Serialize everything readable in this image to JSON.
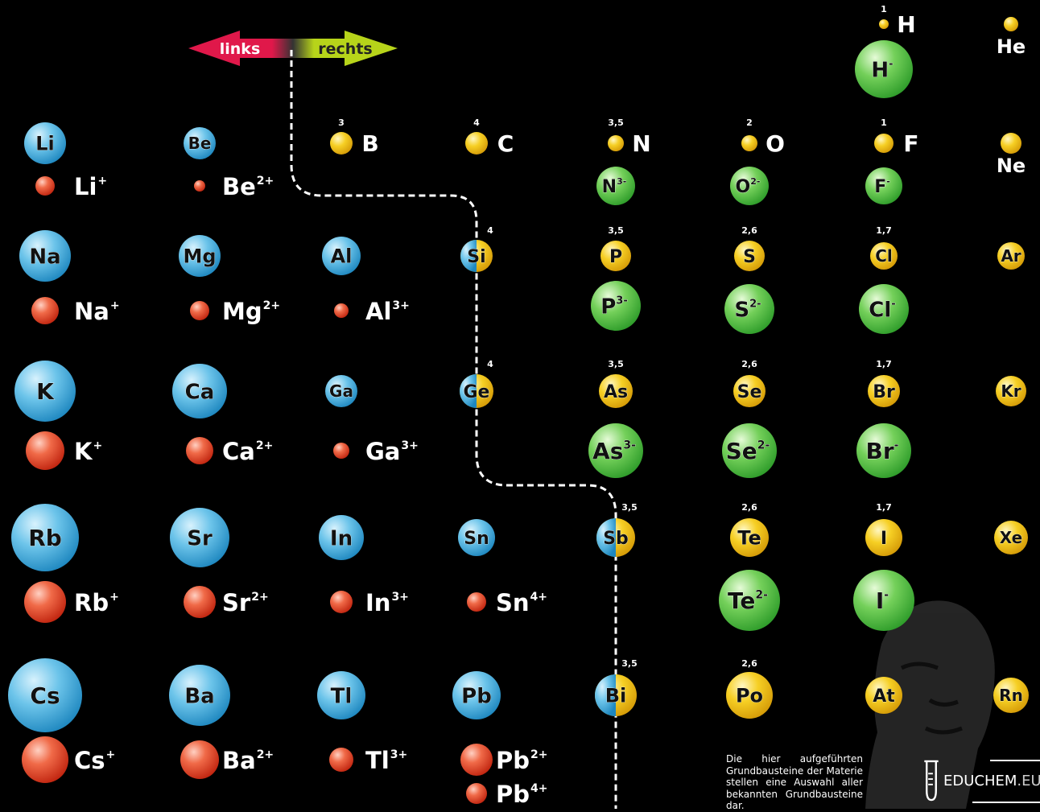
{
  "arrow": {
    "left_label": "links",
    "right_label": "rechts"
  },
  "colors": {
    "atom_metal": "#4fb5e0",
    "cation": "#e8442a",
    "atom_nonmetal": "#f2c517",
    "anion": "#5cc24a",
    "arrow_left": "#e0184a",
    "arrow_right": "#b7d41a",
    "background": "#000000"
  },
  "atoms": [
    {
      "id": "H",
      "label": "H",
      "kind": "nonmetal",
      "num": "1"
    },
    {
      "id": "He",
      "label": "He",
      "kind": "nonmetal",
      "num": ""
    },
    {
      "id": "Li",
      "label": "Li",
      "kind": "metal",
      "num": ""
    },
    {
      "id": "Be",
      "label": "Be",
      "kind": "metal",
      "num": ""
    },
    {
      "id": "B",
      "label": "B",
      "kind": "nonmetal",
      "num": "3"
    },
    {
      "id": "C",
      "label": "C",
      "kind": "nonmetal",
      "num": "4"
    },
    {
      "id": "N",
      "label": "N",
      "kind": "nonmetal",
      "num": "3,5"
    },
    {
      "id": "O",
      "label": "O",
      "kind": "nonmetal",
      "num": "2"
    },
    {
      "id": "F",
      "label": "F",
      "kind": "nonmetal",
      "num": "1"
    },
    {
      "id": "Ne",
      "label": "Ne",
      "kind": "nonmetal",
      "num": ""
    },
    {
      "id": "Na",
      "label": "Na",
      "kind": "metal",
      "num": ""
    },
    {
      "id": "Mg",
      "label": "Mg",
      "kind": "metal",
      "num": ""
    },
    {
      "id": "Al",
      "label": "Al",
      "kind": "metal",
      "num": ""
    },
    {
      "id": "Si",
      "label": "Si",
      "kind": "metalloid",
      "num": "4"
    },
    {
      "id": "P",
      "label": "P",
      "kind": "nonmetal",
      "num": "3,5"
    },
    {
      "id": "S",
      "label": "S",
      "kind": "nonmetal",
      "num": "2,6"
    },
    {
      "id": "Cl",
      "label": "Cl",
      "kind": "nonmetal",
      "num": "1,7"
    },
    {
      "id": "Ar",
      "label": "Ar",
      "kind": "nonmetal",
      "num": ""
    },
    {
      "id": "K",
      "label": "K",
      "kind": "metal",
      "num": ""
    },
    {
      "id": "Ca",
      "label": "Ca",
      "kind": "metal",
      "num": ""
    },
    {
      "id": "Ga",
      "label": "Ga",
      "kind": "metal",
      "num": ""
    },
    {
      "id": "Ge",
      "label": "Ge",
      "kind": "metalloid",
      "num": "4"
    },
    {
      "id": "As",
      "label": "As",
      "kind": "nonmetal",
      "num": "3,5"
    },
    {
      "id": "Se",
      "label": "Se",
      "kind": "nonmetal",
      "num": "2,6"
    },
    {
      "id": "Br",
      "label": "Br",
      "kind": "nonmetal",
      "num": "1,7"
    },
    {
      "id": "Kr",
      "label": "Kr",
      "kind": "nonmetal",
      "num": ""
    },
    {
      "id": "Rb",
      "label": "Rb",
      "kind": "metal",
      "num": ""
    },
    {
      "id": "Sr",
      "label": "Sr",
      "kind": "metal",
      "num": ""
    },
    {
      "id": "In",
      "label": "In",
      "kind": "metal",
      "num": ""
    },
    {
      "id": "Sn",
      "label": "Sn",
      "kind": "metal",
      "num": ""
    },
    {
      "id": "Sb",
      "label": "Sb",
      "kind": "metalloid",
      "num": "3,5"
    },
    {
      "id": "Te",
      "label": "Te",
      "kind": "nonmetal",
      "num": "2,6"
    },
    {
      "id": "I",
      "label": "I",
      "kind": "nonmetal",
      "num": "1,7"
    },
    {
      "id": "Xe",
      "label": "Xe",
      "kind": "nonmetal",
      "num": ""
    },
    {
      "id": "Cs",
      "label": "Cs",
      "kind": "metal",
      "num": ""
    },
    {
      "id": "Ba",
      "label": "Ba",
      "kind": "metal",
      "num": ""
    },
    {
      "id": "Tl",
      "label": "Tl",
      "kind": "metal",
      "num": ""
    },
    {
      "id": "Pb",
      "label": "Pb",
      "kind": "metal",
      "num": ""
    },
    {
      "id": "Bi",
      "label": "Bi",
      "kind": "metalloid",
      "num": "3,5"
    },
    {
      "id": "Po",
      "label": "Po",
      "kind": "nonmetal",
      "num": "2,6"
    },
    {
      "id": "At",
      "label": "At",
      "kind": "nonmetal",
      "num": ""
    },
    {
      "id": "Rn",
      "label": "Rn",
      "kind": "nonmetal",
      "num": ""
    }
  ],
  "cations": [
    {
      "id": "Li+",
      "symbol": "Li",
      "charge": "+"
    },
    {
      "id": "Be2+",
      "symbol": "Be",
      "charge": "2+"
    },
    {
      "id": "Na+",
      "symbol": "Na",
      "charge": "+"
    },
    {
      "id": "Mg2+",
      "symbol": "Mg",
      "charge": "2+"
    },
    {
      "id": "Al3+",
      "symbol": "Al",
      "charge": "3+"
    },
    {
      "id": "K+",
      "symbol": "K",
      "charge": "+"
    },
    {
      "id": "Ca2+",
      "symbol": "Ca",
      "charge": "2+"
    },
    {
      "id": "Ga3+",
      "symbol": "Ga",
      "charge": "3+"
    },
    {
      "id": "Rb+",
      "symbol": "Rb",
      "charge": "+"
    },
    {
      "id": "Sr2+",
      "symbol": "Sr",
      "charge": "2+"
    },
    {
      "id": "In3+",
      "symbol": "In",
      "charge": "3+"
    },
    {
      "id": "Sn4+",
      "symbol": "Sn",
      "charge": "4+"
    },
    {
      "id": "Cs+",
      "symbol": "Cs",
      "charge": "+"
    },
    {
      "id": "Ba2+",
      "symbol": "Ba",
      "charge": "2+"
    },
    {
      "id": "Tl3+",
      "symbol": "Tl",
      "charge": "3+"
    },
    {
      "id": "Pb2+",
      "symbol": "Pb",
      "charge": "2+"
    },
    {
      "id": "Pb4+",
      "symbol": "Pb",
      "charge": "4+"
    }
  ],
  "anions": [
    {
      "id": "H-",
      "symbol": "H",
      "charge": "-"
    },
    {
      "id": "N3-",
      "symbol": "N",
      "charge": "3-"
    },
    {
      "id": "O2-",
      "symbol": "O",
      "charge": "2-"
    },
    {
      "id": "F-",
      "symbol": "F",
      "charge": "-"
    },
    {
      "id": "P3-",
      "symbol": "P",
      "charge": "3-"
    },
    {
      "id": "S2-",
      "symbol": "S",
      "charge": "2-"
    },
    {
      "id": "Cl-",
      "symbol": "Cl",
      "charge": "-"
    },
    {
      "id": "As3-",
      "symbol": "As",
      "charge": "3-"
    },
    {
      "id": "Se2-",
      "symbol": "Se",
      "charge": "2-"
    },
    {
      "id": "Br-",
      "symbol": "Br",
      "charge": "-"
    },
    {
      "id": "Te2-",
      "symbol": "Te",
      "charge": "2-"
    },
    {
      "id": "I-",
      "symbol": "I",
      "charge": "-"
    }
  ],
  "note": "Die hier aufgeführten Grundbausteine der Materie stellen eine Auswahl aller bekannten Grundbausteine dar.",
  "brand": {
    "prefix": "EDUCHEM",
    "suffix": ".EU"
  }
}
